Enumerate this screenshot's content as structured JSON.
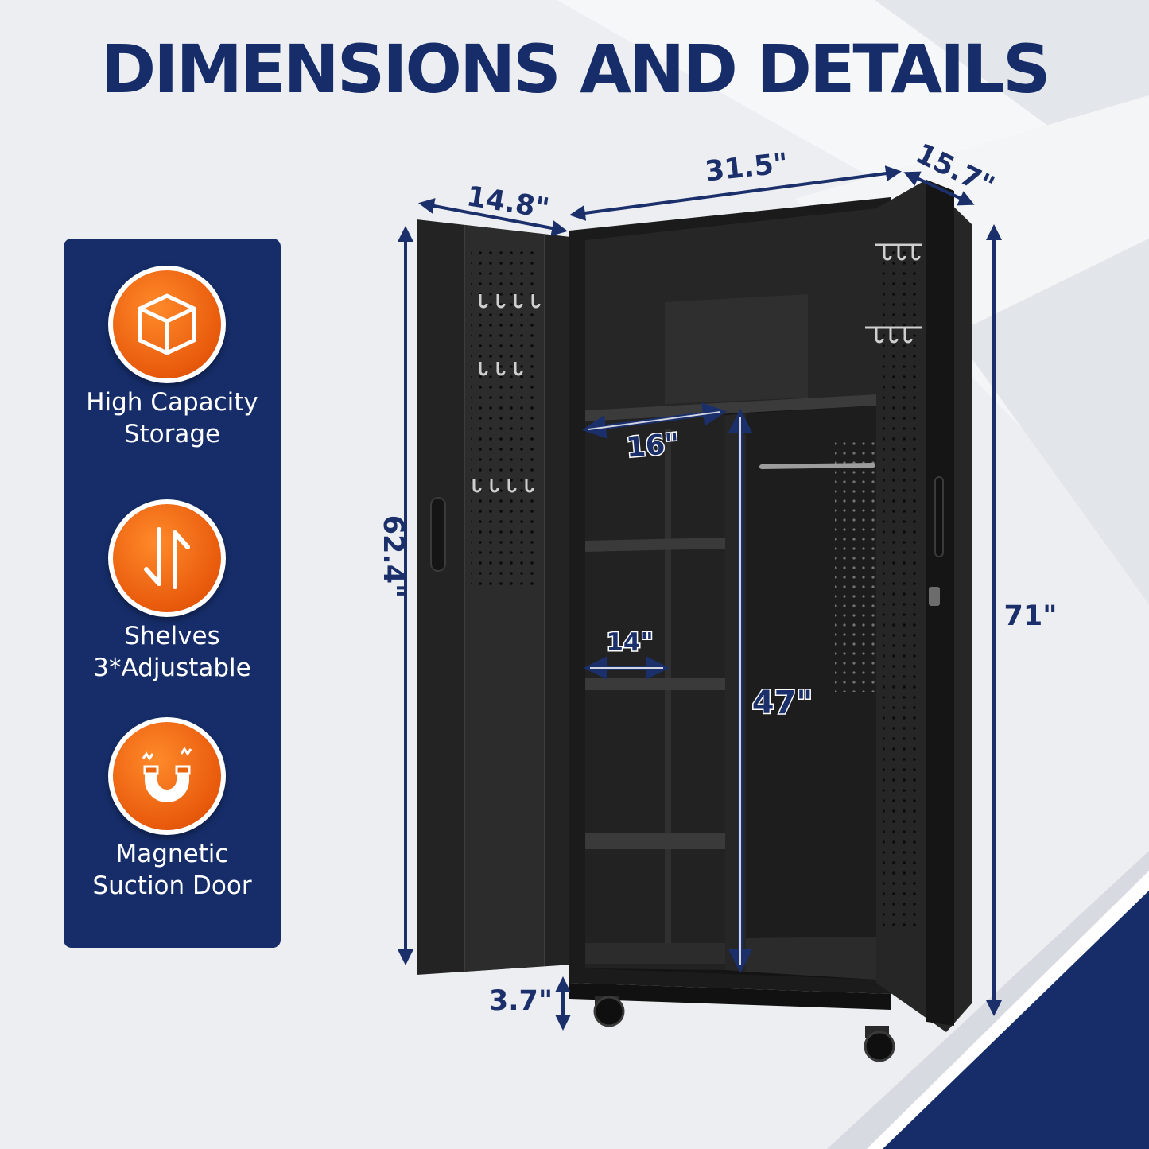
{
  "title": "DIMENSIONS AND DETAILS",
  "colors": {
    "navy": "#162d69",
    "orange": "#e8640f",
    "cabinet": "#1c1c1c",
    "background": "#eceef1"
  },
  "features": [
    {
      "icon": "box-icon",
      "line1": "High Capacity",
      "line2": "Storage"
    },
    {
      "icon": "adjust-arrows-icon",
      "line1": "Shelves",
      "line2": "3*Adjustable"
    },
    {
      "icon": "magnet-icon",
      "line1": "Magnetic",
      "line2": "Suction Door"
    }
  ],
  "dimensions": {
    "door_width": "14.8\"",
    "cabinet_width": "31.5\"",
    "depth": "15.7\"",
    "door_height": "62.4\"",
    "total_height": "71\"",
    "shelf_width": "16\"",
    "shelf_depth": "14\"",
    "hanging_height": "47\"",
    "base_height": "3.7\""
  }
}
